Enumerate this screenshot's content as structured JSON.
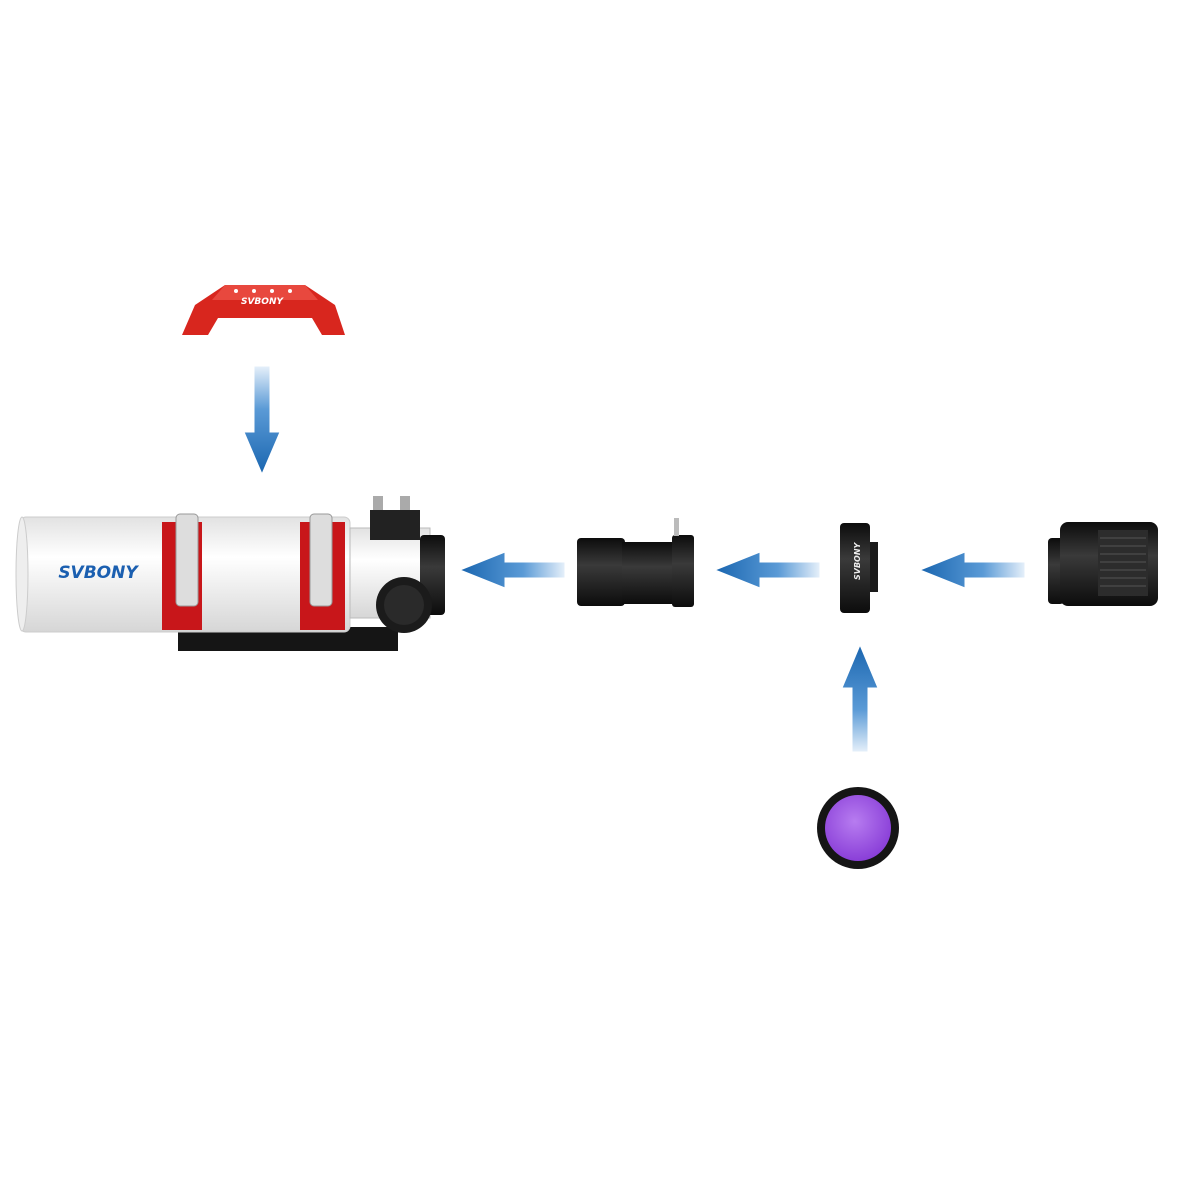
{
  "diagram": {
    "colors": {
      "arrow": "#1f6fb8",
      "handle": "#d8261e",
      "ring": "#c8161a",
      "tube": "#f4f4f4",
      "filter": "#9b4fe0",
      "metal": "#1a1a1a"
    },
    "components": [
      {
        "id": "telescope",
        "logo_text": "SVBONY"
      },
      {
        "id": "handle",
        "logo_text": "SVBONY"
      },
      {
        "id": "flattener"
      },
      {
        "id": "adapter",
        "logo_text": "SVBONY"
      },
      {
        "id": "camera"
      },
      {
        "id": "filter"
      }
    ],
    "connections": [
      {
        "from": "handle",
        "to": "telescope",
        "direction": "down"
      },
      {
        "from": "flattener",
        "to": "telescope",
        "direction": "left"
      },
      {
        "from": "adapter",
        "to": "flattener",
        "direction": "left"
      },
      {
        "from": "camera",
        "to": "adapter",
        "direction": "left"
      },
      {
        "from": "filter",
        "to": "adapter",
        "direction": "up"
      }
    ]
  }
}
